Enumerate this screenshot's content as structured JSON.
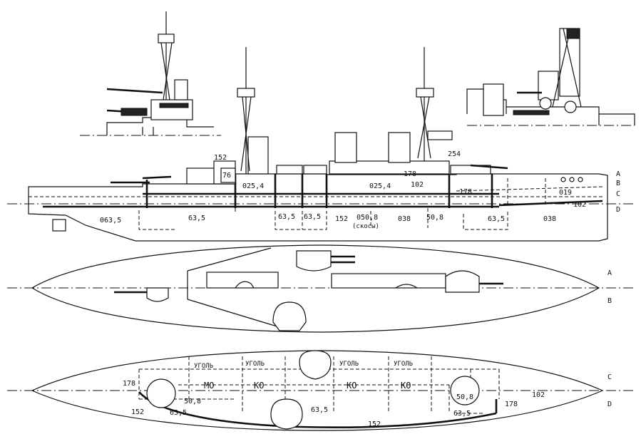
{
  "profile": {
    "labels": {
      "l152_top": "152",
      "l254": "254",
      "l76": "76",
      "l178_bridge": "178",
      "l025_4_a": "025,4",
      "l025_4_b": "025,4",
      "l102_upper": "102",
      "l178_aft": "178",
      "l019": "019",
      "l102_belt": "102",
      "l063_5": "063,5",
      "l63_5_fwd": "63,5",
      "l63_5_a": "63,5",
      "l63_5_b": "63,5",
      "l152_belt": "152",
      "l050_8": "050,8",
      "l_skosy": "(скосы)",
      "l038_a": "038",
      "l50_8": "50,8",
      "l63_5_aft": "63,5",
      "l038_b": "038"
    },
    "letters": {
      "A": "A",
      "B": "B",
      "C": "C",
      "D": "D"
    }
  },
  "plan1": {
    "letters": {
      "A": "A",
      "B": "B"
    }
  },
  "plan2": {
    "labels": {
      "coal1": "УГОЛЬ",
      "coal2": "УГОЛЬ",
      "coal3": "УГОЛЬ",
      "coal4": "УГОЛЬ",
      "mo": "МО",
      "ko1": "КО",
      "ko2": "КО",
      "ko3": "КО",
      "l178_fwd": "178",
      "l50_8_fwd": "50,8",
      "l63_5_fwd": "63,5",
      "l152_fwd": "152",
      "l63_5_mid": "63,5",
      "l152_bot": "152",
      "l50_8_aft": "50,8",
      "l63_5_aft": "63,5",
      "l178_aft": "178",
      "l102_aft": "102"
    },
    "letters": {
      "C": "C",
      "D": "D"
    }
  }
}
